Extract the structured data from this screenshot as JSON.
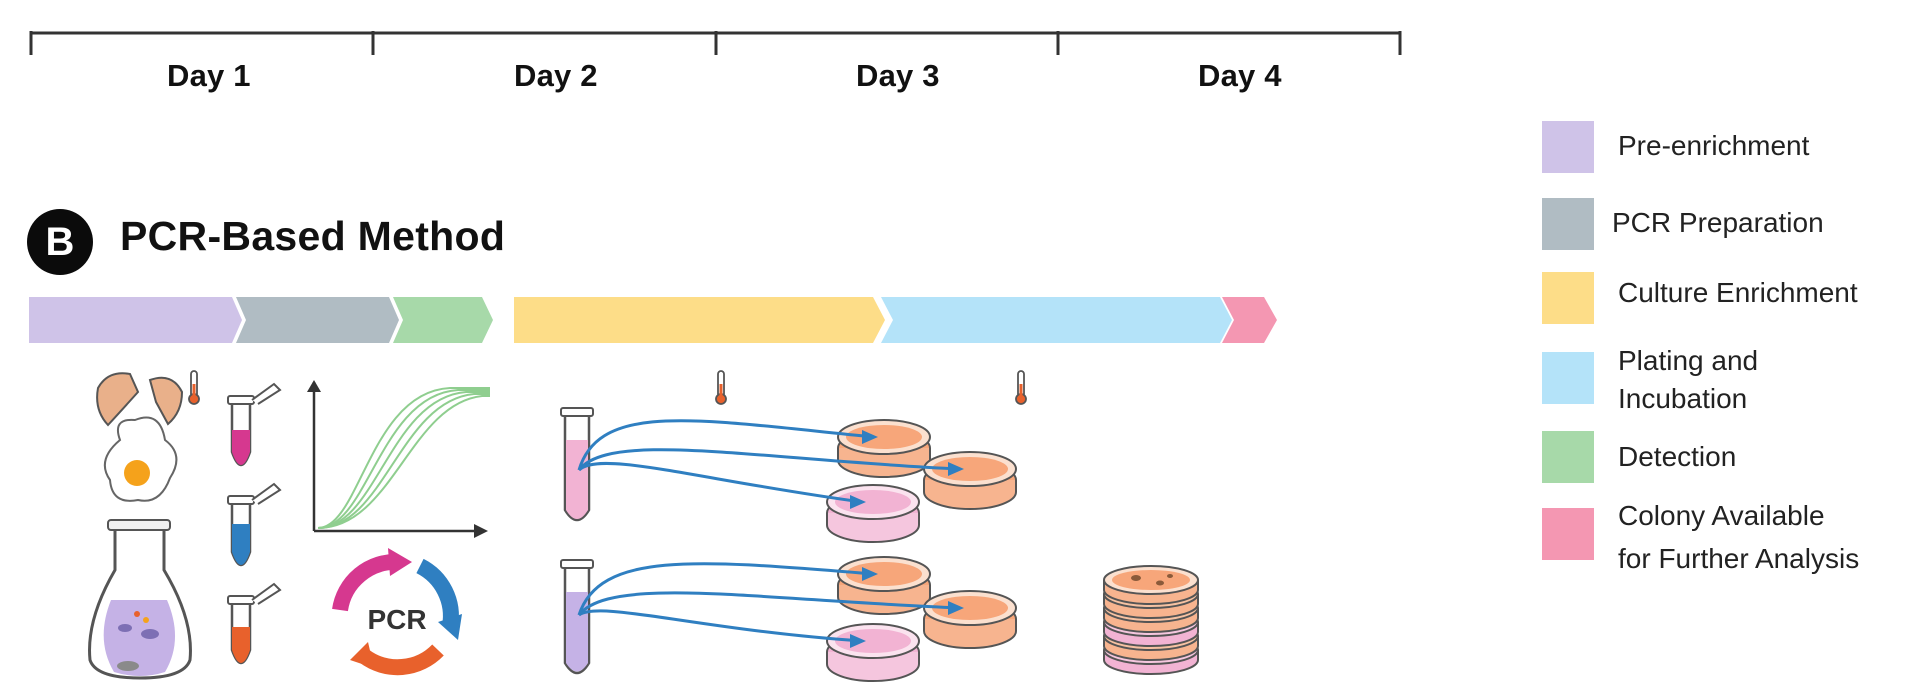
{
  "timeline": {
    "days": [
      "Day 1",
      "Day 2",
      "Day 3",
      "Day 4"
    ]
  },
  "section": {
    "badge": "B",
    "title": "PCR-Based Method"
  },
  "stages": [
    {
      "name": "Pre-enrichment",
      "color": "#cfc3e8"
    },
    {
      "name": "PCR Preparation",
      "color": "#b0bcc3"
    },
    {
      "name": "Detection",
      "color": "#a7d9a9"
    },
    {
      "name": "Culture Enrichment",
      "color": "#fddd88"
    },
    {
      "name": "Plating and Incubation",
      "color": "#b4e3f9"
    },
    {
      "name": "Colony Available for Further Analysis",
      "color": "#f497b2"
    }
  ],
  "legend": [
    {
      "label_lines": [
        "Pre-enrichment"
      ],
      "color": "#cfc3e8"
    },
    {
      "label_lines": [
        "PCR Preparation"
      ],
      "color": "#b0bcc3"
    },
    {
      "label_lines": [
        "Culture Enrichment"
      ],
      "color": "#fddd88"
    },
    {
      "label_lines": [
        "Plating and",
        "Incubation"
      ],
      "color": "#b4e3f9"
    },
    {
      "label_lines": [
        "Detection"
      ],
      "color": "#a7d9a9"
    },
    {
      "label_lines": [
        "Colony Available",
        "for Further Analysis"
      ],
      "color": "#f497b2"
    }
  ],
  "pcr_cycle_label": "PCR",
  "icons": [
    "egg-icon",
    "thermometer-icon",
    "flask-icon",
    "pcr-tube-icon",
    "amplification-curve-icon",
    "pcr-cycle-icon",
    "culture-tube-icon",
    "petri-dish-icon",
    "plate-stack-icon",
    "transfer-arrow-icon"
  ],
  "colors": {
    "arrow": "#2f7fc1",
    "outline": "#333333",
    "thermo": "#e8612c",
    "dish_orange": "#f7a67a",
    "dish_pink": "#f2b3d3"
  }
}
